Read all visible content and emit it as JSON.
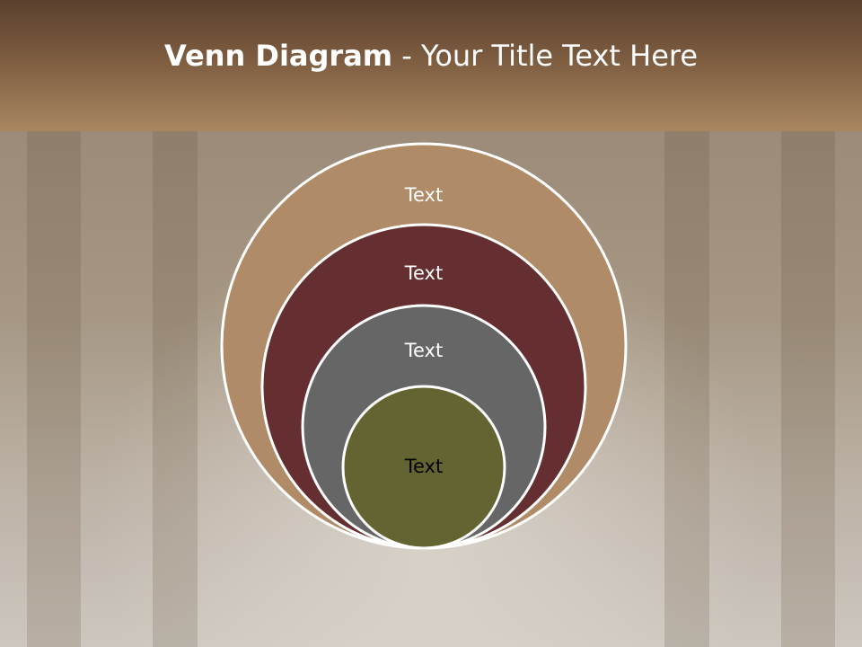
{
  "slide": {
    "title_bold": "Venn Diagram",
    "title_rest": " - Your Title Text Here"
  },
  "colors": {
    "header_top": "#5a412e",
    "header_bottom": "#a98761",
    "circle_outer": "#b08b67",
    "circle_second": "#652f31",
    "circle_third": "#666666",
    "circle_inner": "#646432",
    "circle_outline": "#ffffff"
  },
  "diagram": {
    "type": "nested-circles",
    "circles": [
      {
        "label": "Text",
        "color": "#b08b67",
        "label_color": "#ffffff"
      },
      {
        "label": "Text",
        "color": "#652f31",
        "label_color": "#ffffff"
      },
      {
        "label": "Text",
        "color": "#666666",
        "label_color": "#ffffff"
      },
      {
        "label": "Text",
        "color": "#646432",
        "label_color": "#000000"
      }
    ]
  }
}
